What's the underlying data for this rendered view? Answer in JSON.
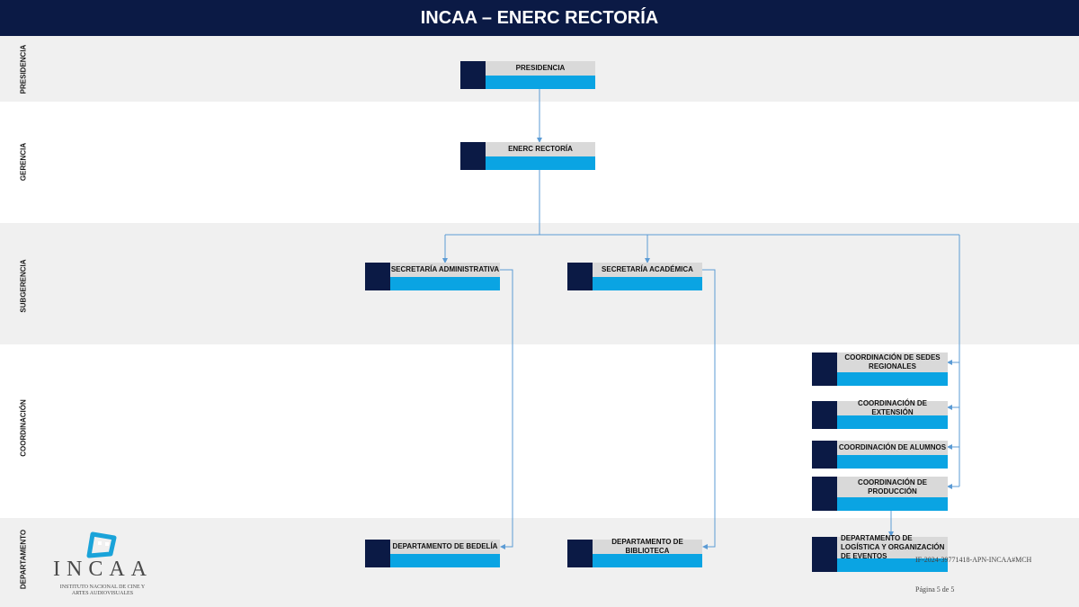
{
  "title": "INCAA – ENERC RECTORÍA",
  "levels": {
    "presidencia": "PRESIDENCIA",
    "gerencia": "GERENCIA",
    "subgerencia": "SUBGERENCIA",
    "coordinacion": "COORDINACIÓN",
    "departamento": "DEPARTAMENTO"
  },
  "units": {
    "presidencia": "PRESIDENCIA",
    "enerc_rectoria": "ENERC RECTORÍA",
    "secretaria_administrativa": "SECRETARÍA ADMINISTRATIVA",
    "secretaria_academica": "SECRETARÍA ACADÉMICA",
    "coord_sedes_regionales": "COORDINACIÓN DE SEDES REGIONALES",
    "coord_extension": "COORDINACIÓN DE EXTENSIÓN",
    "coord_alumnos": "COORDINACIÓN DE ALUMNOS",
    "coord_produccion": "COORDINACIÓN DE PRODUCCIÓN",
    "depto_bedelia": "DEPARTAMENTO DE BEDELÍA",
    "depto_biblioteca": "DEPARTAMENTO DE BIBLIOTECA",
    "depto_logistica": "DEPARTAMENTO DE LOGÍSTICA Y ORGANIZACIÓN DE EVENTOS"
  },
  "logo": {
    "word": "INCAA",
    "subtitle": "INSTITUTO NACIONAL DE CINE Y ARTES AUDIOVISUALES"
  },
  "document_id": "IF-2024-39771418-APN-INCAA#MCH",
  "page_number": "Página 5 de 5",
  "colors": {
    "header": "#0b1a45",
    "box_square": "#0b1a45",
    "box_label": "#d9d9d9",
    "box_accent": "#0aa4e3",
    "band_gray": "#f0f0f0",
    "connector": "#5b9bd5"
  }
}
